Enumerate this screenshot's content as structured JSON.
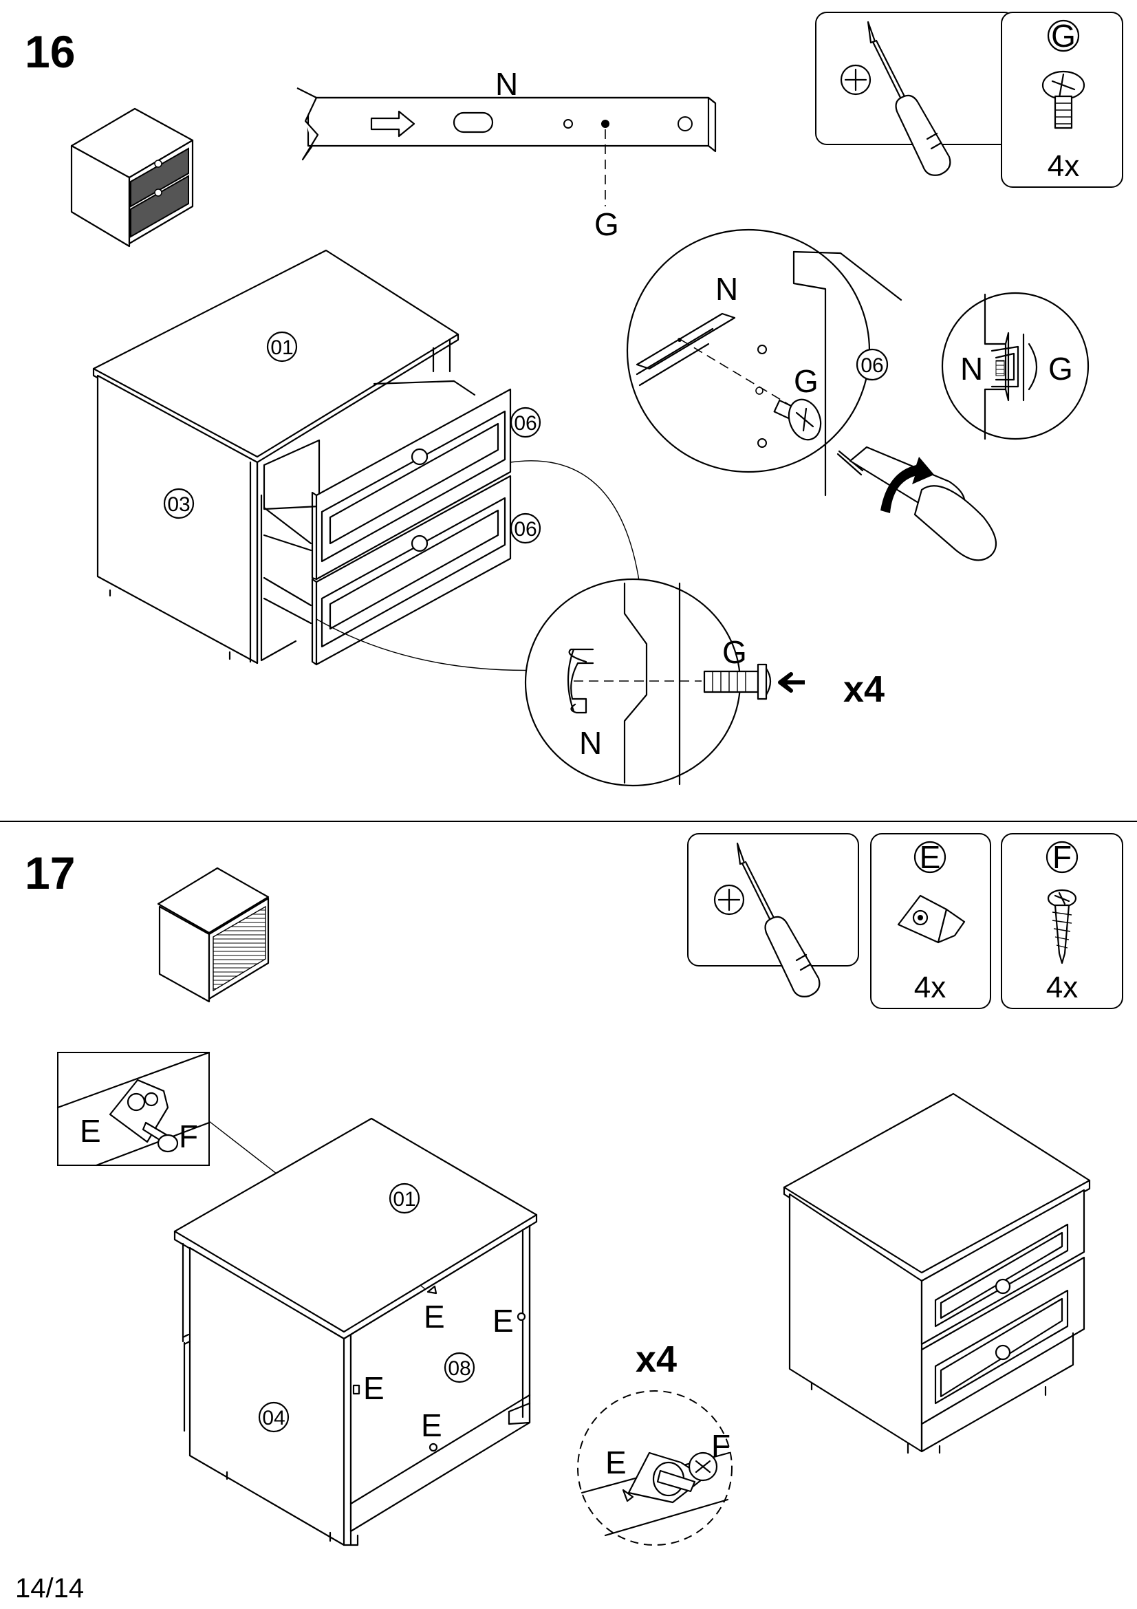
{
  "steps": {
    "step16": {
      "number": "16",
      "tools": {
        "screwdriver": "phillips-screwdriver-icon",
        "hardware": [
          {
            "code": "G",
            "quantity": "4x",
            "icon": "machine-screw-icon"
          }
        ]
      },
      "rail_label": "N",
      "rail_hole_label": "G",
      "part_labels": {
        "top": "01",
        "side": "03",
        "drawer_upper": "06",
        "drawer_lower": "06"
      },
      "detail_zoom": {
        "rail": "N",
        "screw": "G",
        "panel": "06"
      },
      "detail_section": {
        "rail": "N",
        "screw": "G"
      },
      "detail_insert": {
        "screw": "G",
        "rail": "N",
        "multiplier": "x4"
      }
    },
    "step17": {
      "number": "17",
      "tools": {
        "screwdriver": "phillips-screwdriver-icon",
        "hardware": [
          {
            "code": "E",
            "quantity": "4x",
            "icon": "corner-bracket-icon"
          },
          {
            "code": "F",
            "quantity": "4x",
            "icon": "wood-screw-icon"
          }
        ]
      },
      "inset_labels": {
        "bracket": "E",
        "screw": "F"
      },
      "part_labels": {
        "top": "01",
        "side": "04",
        "back": "08"
      },
      "bracket_labels": [
        "E",
        "E",
        "E",
        "E"
      ],
      "detail": {
        "bracket": "E",
        "screw": "F",
        "multiplier": "x4"
      }
    }
  },
  "page_number": "14/14"
}
